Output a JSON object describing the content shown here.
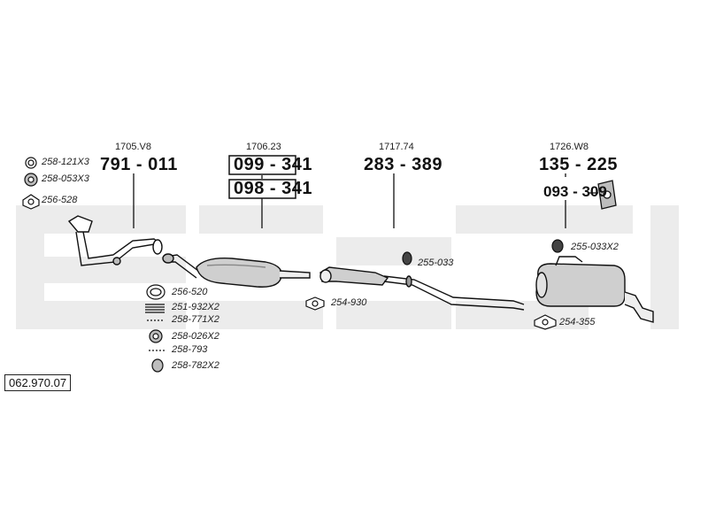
{
  "catalog_number": "062.970.07",
  "groups": {
    "g1": {
      "ref": "1705.V8",
      "numbers": [
        "791 - 011"
      ]
    },
    "g2": {
      "ref": "1706.23",
      "numbers": [
        "099 - 341",
        "098 - 341"
      ]
    },
    "g3": {
      "ref": "1717.74",
      "numbers": [
        "283 - 389"
      ]
    },
    "g4": {
      "ref": "1726.W8",
      "numbers": [
        "135 - 225",
        "093 - 309"
      ]
    }
  },
  "parts": {
    "p258_121": "258-121X3",
    "p258_053": "258-053X3",
    "p256_528": "256-528",
    "p256_520": "256-520",
    "p251_932": "251-932X2",
    "p258_771": "258-771X2",
    "p258_026": "258-026X2",
    "p258_793": "258-793",
    "p258_782": "258-782X2",
    "p254_930": "254-930",
    "p255_033": "255-033",
    "p255_033x2": "255-033X2",
    "p254_355": "254-355"
  },
  "colors": {
    "watermark": "#ececec",
    "line": "#111111",
    "shade": "#bdbdbd"
  }
}
